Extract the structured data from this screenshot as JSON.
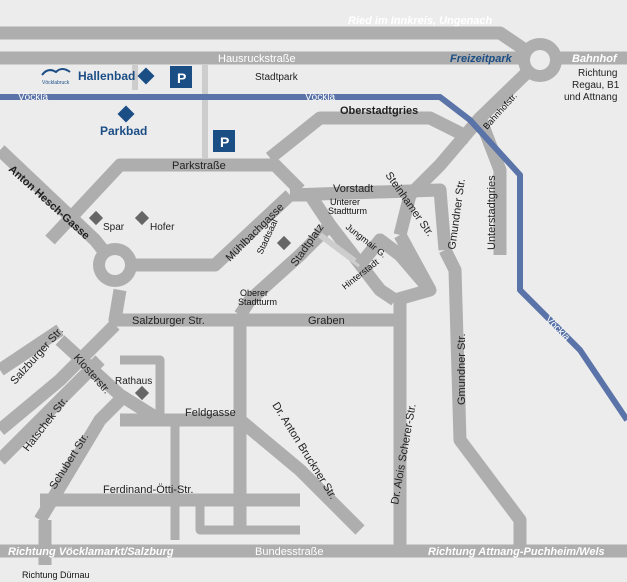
{
  "map": {
    "highways": {
      "top": "Ried im Innkreis, Ungenach",
      "bottom_left": "Richtung Vöcklamarkt/Salzburg",
      "bottom_middle": "Bundesstraße",
      "bottom_right": "Richtung Attnang-Puchheim/Wels",
      "hausruck": "Hausruckstraße",
      "freizeitpark": "Freizeitpark",
      "bahnhof": "Bahnhof"
    },
    "directions": {
      "right_1": "Richtung",
      "right_2": "Regau, B1",
      "right_3": "und Attnang",
      "bottom": "Richtung Dürnau"
    },
    "river": "Vöckla",
    "streets": {
      "oberstadtgries": "Oberstadtgries",
      "parkstrasse": "Parkstraße",
      "vorstadt": "Vorstadt",
      "anton_hesch": "Anton Hesch-Gasse",
      "muehlbach": "Mühlbachgasse",
      "stadtsaal": "Stadtsaal",
      "stadtplatz": "Stadtplatz",
      "jungmair": "Jungmair G.",
      "hinterstadt": "Hinterstadt",
      "steinhamer": "Steinhamer Str.",
      "gmundner_1": "Gmundner Str.",
      "gmundner_2": "Gmundner Str.",
      "unterstadtgries": "Unterstadtgries",
      "bahnhofstr": "Bahnhofstr.",
      "salzburger_h": "Salzburger Str.",
      "salzburger_v": "Salzburger Str.",
      "graben": "Graben",
      "kloster": "Klosterstr.",
      "hatschek": "Hatschek Str.",
      "schubert": "Schubert Str.",
      "feldgasse": "Feldgasse",
      "bruckner": "Dr. Anton Bruckner Str.",
      "scherer": "Dr. Alois Scherer-Str.",
      "oetti": "Ferdinand-Ötti-Str."
    },
    "landmarks": {
      "unterer_1": "Unterer",
      "unterer_2": "Stadtturm",
      "oberer_1": "Oberer",
      "oberer_2": "Stadtturm",
      "stadtpark": "Stadtpark"
    },
    "poi": {
      "hallenbad": "Hallenbad",
      "parkbad": "Parkbad",
      "spar": "Spar",
      "hofer": "Hofer",
      "rathaus": "Rathaus",
      "parking_symbol": "P",
      "logo_text": "Vöcklabruck"
    },
    "colors": {
      "road": "#aeaeae",
      "river": "#5a73a8",
      "highlight": "#1c4e86",
      "background": "#ececec"
    }
  }
}
